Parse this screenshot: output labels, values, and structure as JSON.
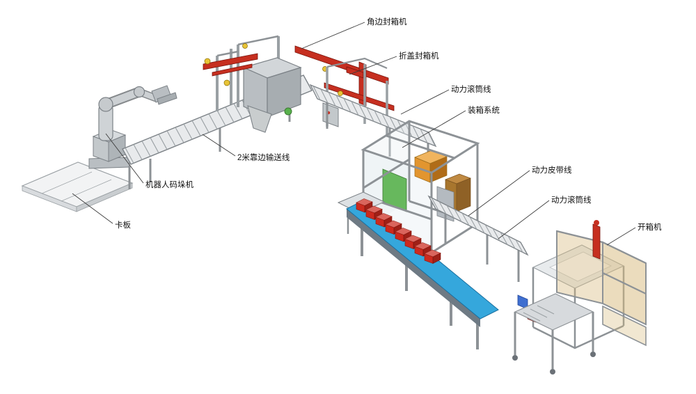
{
  "diagram": {
    "title_hidden": "",
    "labels": [
      {
        "id": "corner-sealer",
        "text": "角边封箱机"
      },
      {
        "id": "flap-sealer",
        "text": "折盖封箱机"
      },
      {
        "id": "power-roller-line-1",
        "text": "动力滚筒线"
      },
      {
        "id": "case-packing-system",
        "text": "装箱系统"
      },
      {
        "id": "power-belt-line",
        "text": "动力皮带线"
      },
      {
        "id": "power-roller-line-2",
        "text": "动力滚筒线"
      },
      {
        "id": "case-erector",
        "text": "开箱机"
      },
      {
        "id": "edge-conveyor",
        "text": "2米靠边输送线"
      },
      {
        "id": "robot-palletizer",
        "text": "机器人码垛机"
      },
      {
        "id": "pallet",
        "text": "卡板"
      }
    ],
    "colors": {
      "machine_red": "#c62f20",
      "belt_blue": "#35a7dc",
      "box_red": "#cc2a1e",
      "carton_orange": "#e2952f",
      "guard_tan": "#d8b97c",
      "frame_gray": "#9aa0a4",
      "light_gray": "#dfe3e6",
      "accent_green": "#58b14c",
      "accent_yellow": "#e8c437"
    }
  }
}
